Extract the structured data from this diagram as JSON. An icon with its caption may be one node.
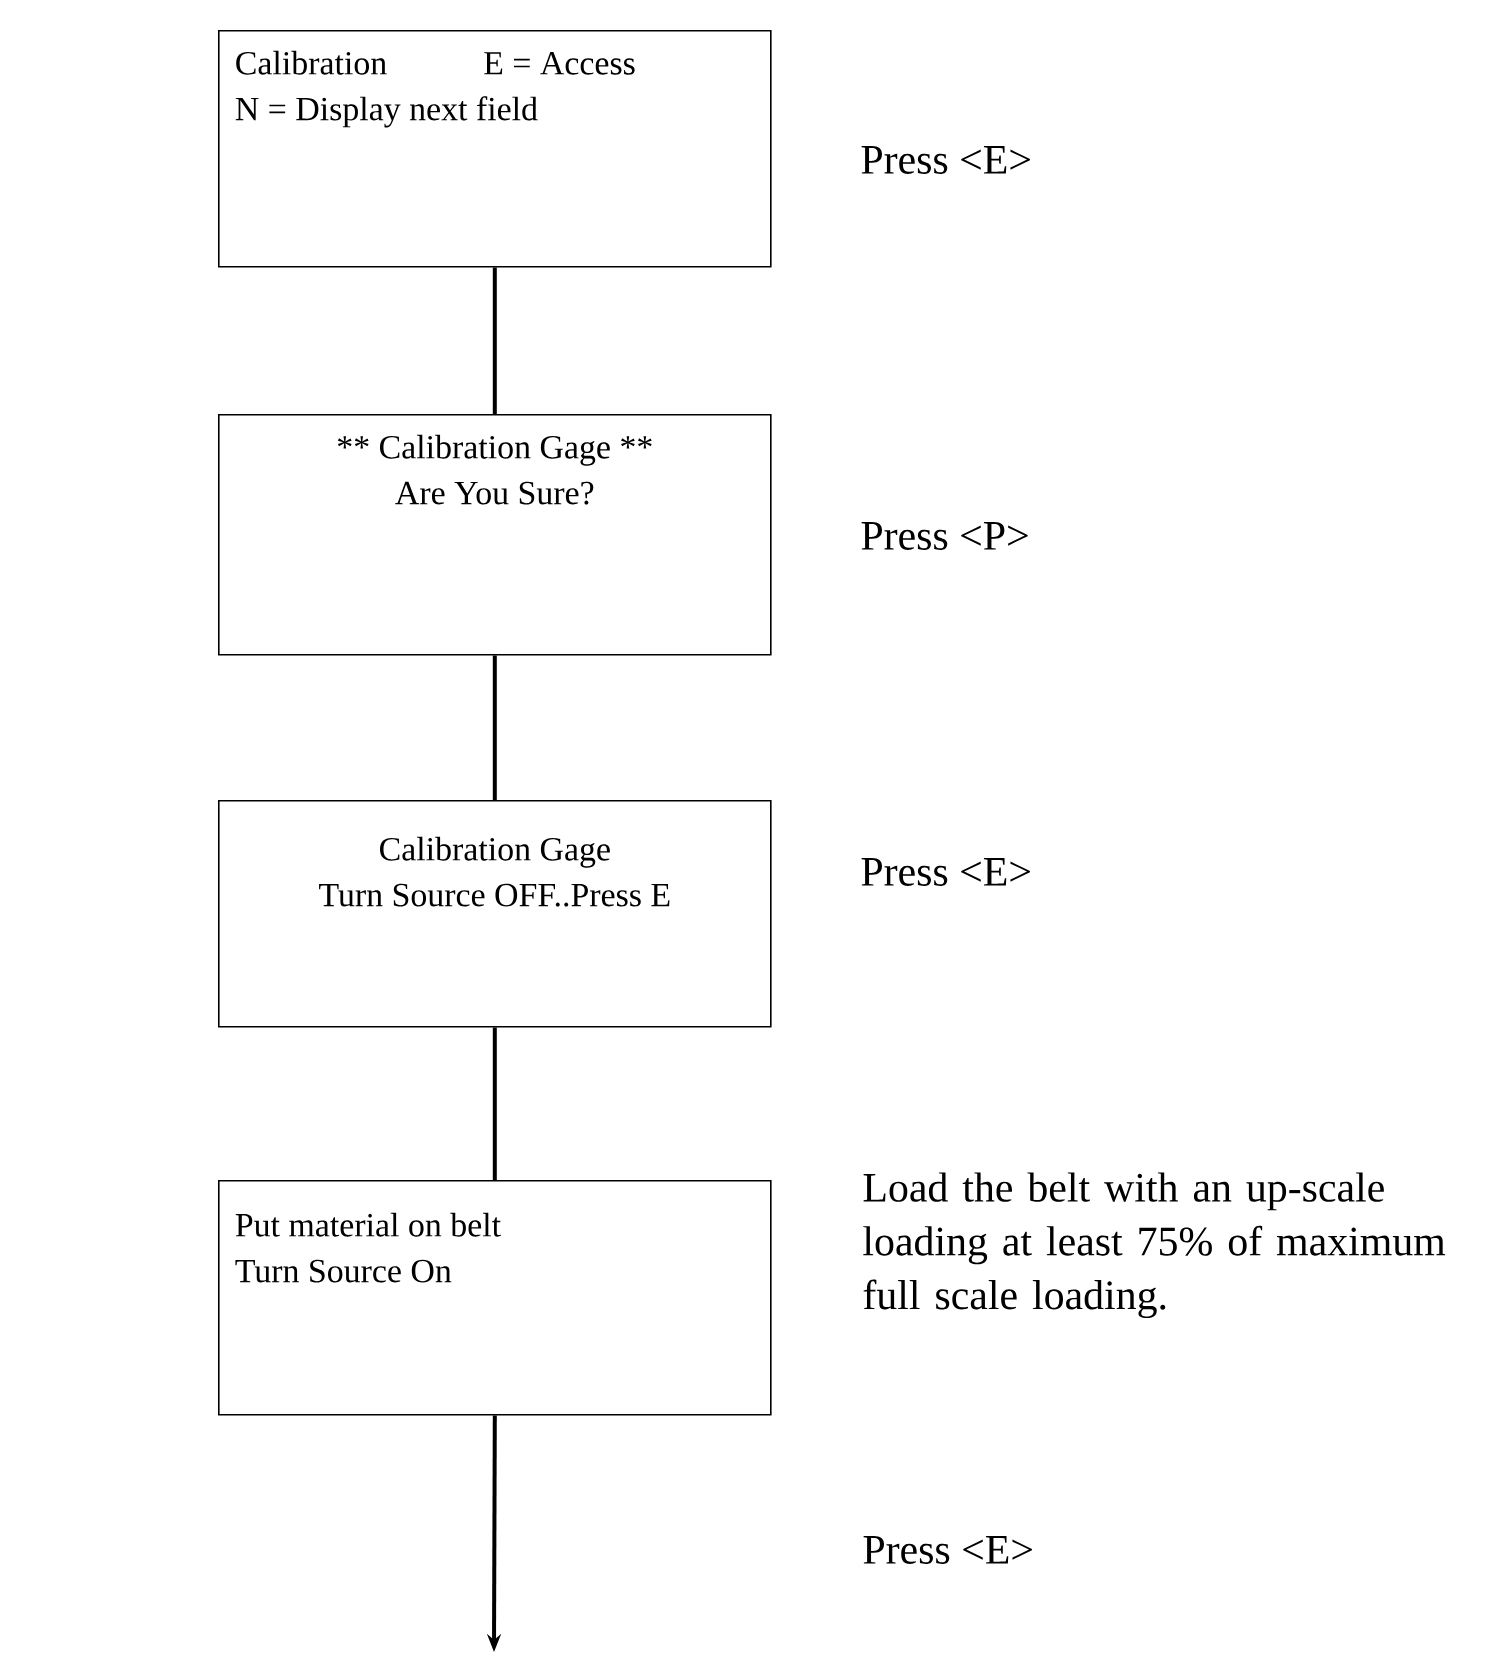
{
  "diagram": {
    "nodes": [
      {
        "text": [
          "Calibration",
          "E = Access",
          "N = Display next field"
        ],
        "beside": [
          "Press <E>"
        ]
      },
      {
        "text": [
          "** Calibration Gage **",
          "Are You Sure?"
        ],
        "beside": [
          "Press <P>"
        ]
      },
      {
        "text": [
          "Calibration Gage",
          "Turn Source OFF..Press E"
        ],
        "beside": [
          "Press <E>"
        ]
      },
      {
        "text": [
          "Put material on belt",
          "Turn Source On"
        ],
        "beside": [
          "Load the belt with an up-scale loading at least 75% of maximum full scale loading.",
          "Press <E>"
        ]
      }
    ],
    "edges": [
      {
        "from": 0,
        "to": 1,
        "arrow": "none"
      },
      {
        "from": 1,
        "to": 2,
        "arrow": "none"
      },
      {
        "from": 2,
        "to": 3,
        "arrow": "none"
      },
      {
        "from": 3,
        "to": null,
        "arrow": "to"
      }
    ]
  }
}
